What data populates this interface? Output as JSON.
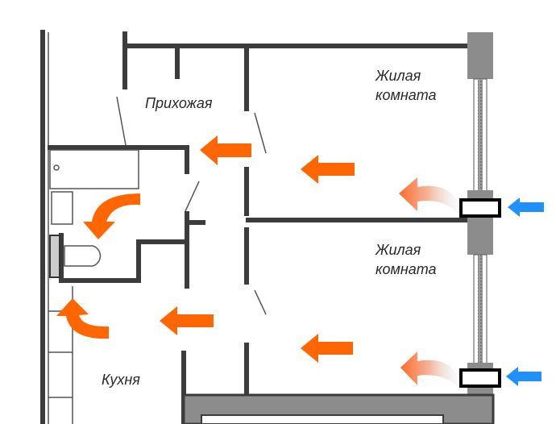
{
  "rooms": {
    "hallway": "Прихожая",
    "living_room_1": [
      "Жилая",
      "комната"
    ],
    "living_room_2": [
      "Жилая",
      "комната"
    ],
    "kitchen": "Кухня"
  },
  "colors": {
    "walls": "#3c3c3c",
    "exhaust_arrow": "#ff6600",
    "inflow_arrow": "#1e90ff",
    "window_column": "#8c8c8c"
  },
  "icons": [
    "arrow-left-orange",
    "curved-arrow-orange",
    "gradient-arrow-left",
    "arrow-left-blue",
    "window-vent"
  ]
}
